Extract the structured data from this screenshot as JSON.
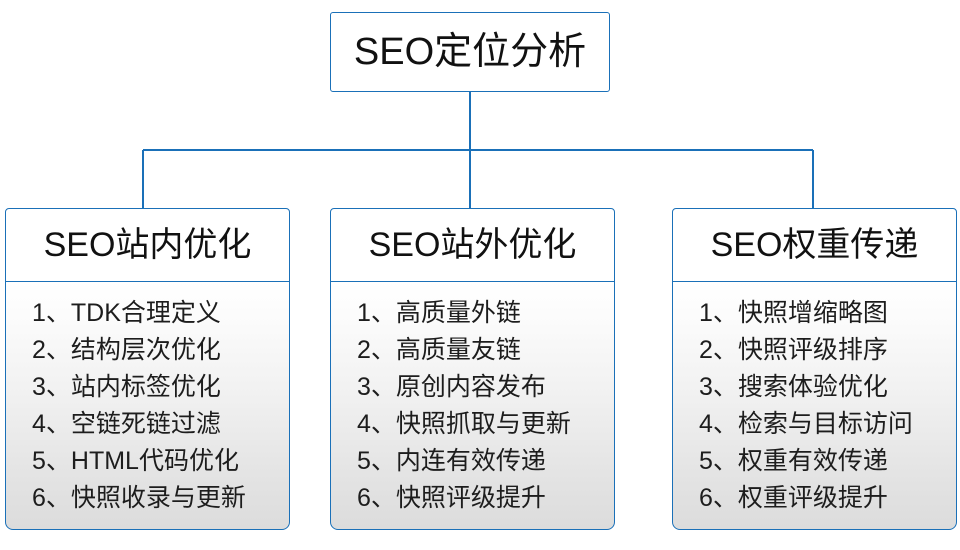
{
  "diagram": {
    "root": {
      "label": "SEO定位分析"
    },
    "accent_color": "#1a70b8",
    "text_color": "#111111",
    "branches": [
      {
        "header": "SEO站内优化",
        "items": [
          "1、TDK合理定义",
          "2、结构层次优化",
          "3、站内标签优化",
          "4、空链死链过滤",
          "5、HTML代码优化",
          "6、快照收录与更新"
        ]
      },
      {
        "header": "SEO站外优化",
        "items": [
          "1、高质量外链",
          "2、高质量友链",
          "3、原创内容发布",
          "4、快照抓取与更新",
          "5、内连有效传递",
          "6、快照评级提升"
        ]
      },
      {
        "header": "SEO权重传递",
        "items": [
          "1、快照增缩略图",
          "2、快照评级排序",
          "3、搜索体验优化",
          "4、检索与目标访问",
          "5、权重有效传递",
          "6、权重评级提升"
        ]
      }
    ]
  }
}
